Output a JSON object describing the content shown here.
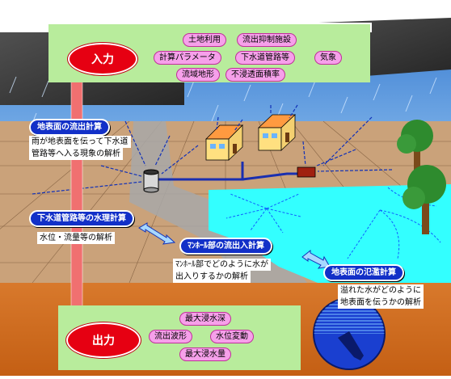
{
  "input": {
    "title": "入力",
    "items": [
      "土地利用",
      "流出抑制施設",
      "計算パラメータ",
      "下水道管路等",
      "気象",
      "流域地形",
      "不浸透面積率"
    ]
  },
  "output": {
    "title": "出力",
    "items": [
      "最大浸水深",
      "流出波形",
      "水位変動",
      "最大浸水量"
    ]
  },
  "stages": [
    {
      "title": "地表面の流出計算",
      "desc": [
        "雨が地表面を伝って下水道",
        "管路等へ入る現象の解析"
      ]
    },
    {
      "title": "下水道管路等の水理計算",
      "desc": [
        "水位・流量等の解析"
      ]
    },
    {
      "title": "ﾏﾝﾎｰﾙ部の流出入計算",
      "desc": [
        "ﾏﾝﾎｰﾙ部でどのように水が",
        "出入りするかの解析"
      ]
    },
    {
      "title": "地表面の氾濫計算",
      "desc": [
        "溢れた水がどのように",
        "地表面を伝うかの解析"
      ]
    }
  ],
  "colors": {
    "panel_green": "#b8ec9c",
    "pill_pink": "#f6a0ea",
    "oval_red": "#e60012",
    "title_blue": "#1230c8",
    "sky_blue": "#4e8cd8",
    "ground": "#caa27a",
    "soil": "#d2691e",
    "flood": "#33ffff"
  }
}
